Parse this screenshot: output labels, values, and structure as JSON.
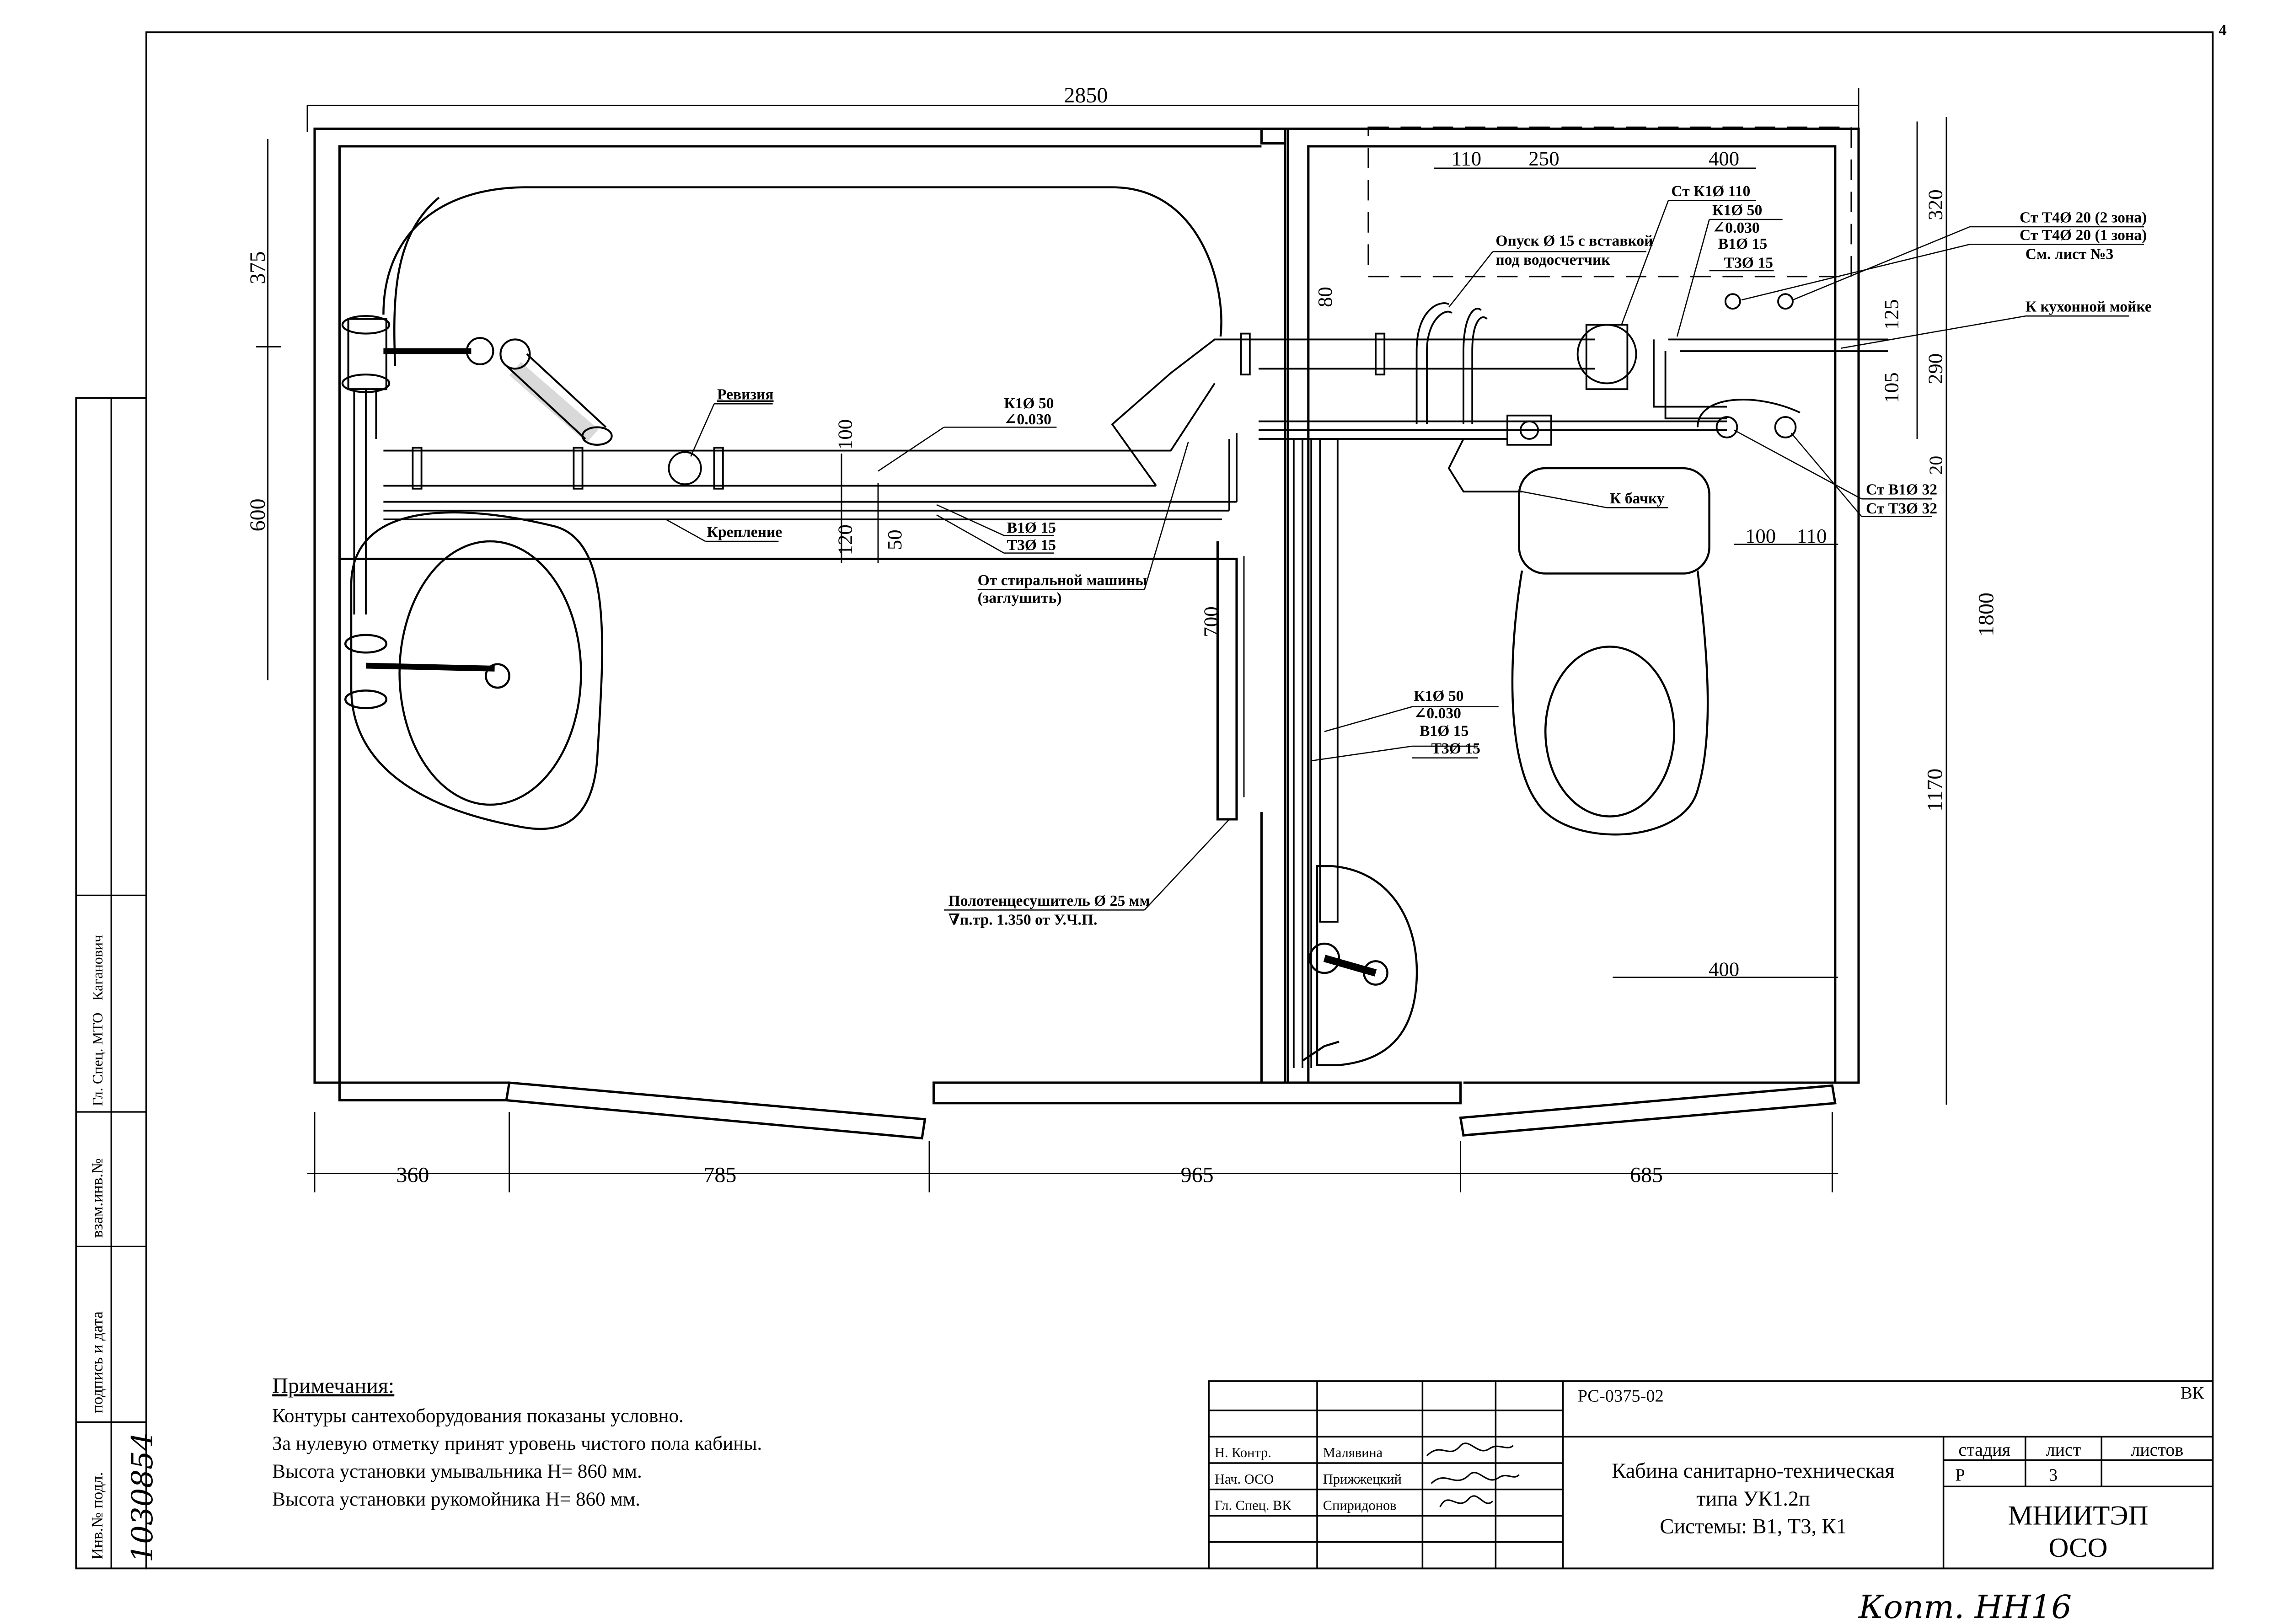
{
  "sheet_corner_number": "4",
  "dimensions": {
    "overall_width": "2850",
    "left_v_375": "375",
    "left_v_600": "600",
    "top_110": "110",
    "top_250": "250",
    "top_400": "400",
    "right_320": "320",
    "right_125": "125",
    "right_290": "290",
    "right_105": "105",
    "right_20": "20",
    "right_1800": "1800",
    "right_1170": "1170",
    "riser_80": "80",
    "pipe_100": "100",
    "pipe_120": "120",
    "pipe_50": "50",
    "pipe_700": "700",
    "wc_100": "100",
    "wc_110": "110",
    "wc_400": "400",
    "bottom_360": "360",
    "bottom_785": "785",
    "bottom_965": "965",
    "bottom_685": "685"
  },
  "labels": {
    "revision": "Ревизия",
    "fastening": "Крепление",
    "k1_50_bath": "К1Ø 50",
    "slope_bath": "∠0.030",
    "b1_15_bath": "В1Ø 15",
    "t3_15_bath": "Т3Ø 15",
    "washer_1": "От стиральной машины",
    "washer_2": "(заглушить)",
    "towel_1": "Полотенцесушитель Ø 25 мм",
    "towel_2": "∇п.тр. 1.350 от У.Ч.П.",
    "drop_1": "Опуск Ø 15 с вставкой",
    "drop_2": "под водосчетчик",
    "st_k1_110": "Ст К1Ø 110",
    "k1_50_top": "К1Ø 50",
    "slope_top": "∠0.030",
    "b1_15_top": "В1Ø 15",
    "t3_15_top": "Т3Ø 15",
    "st_t4_zone2": "Ст Т4Ø 20 (2 зона)",
    "st_t4_zone1": "Ст Т4Ø 20 (1 зона)",
    "see_sheet": "См. лист №3",
    "kitchen_sink": "К кухонной мойке",
    "st_b1_32": "Ст В1Ø 32",
    "st_t3_32": "Ст Т3Ø 32",
    "to_tank": "К бачку",
    "k1_50_mid": "К1Ø 50",
    "slope_mid": "∠0.030",
    "b1_15_mid": "В1Ø 15",
    "t3_15_mid": "Т3Ø 15"
  },
  "notes": {
    "title": "Примечания:",
    "lines": [
      "Контуры сантехоборудования показаны условно.",
      "За нулевую отметку принят уровень чистого пола кабины.",
      "Высота установки умывальника Н= 860 мм.",
      "Высота установки рукомойника Н= 860 мм."
    ]
  },
  "side_stamp": {
    "inv_podl": "Инв.№ подл.",
    "podpis_data": "подпись и дата",
    "vzam_inv": "взам.инв.№",
    "gl_spec_mto": "Гл. Спец. МТО",
    "kaganovich": "Каганович",
    "handwritten_number": "1030854"
  },
  "title_block": {
    "doc_code": "РС-0375-02",
    "mark": "ВК",
    "roles": [
      {
        "role": "Н. Контр.",
        "name": "Малявина"
      },
      {
        "role": "Нач. ОСО",
        "name": "Прижжецкий"
      },
      {
        "role": "Гл. Спец. ВК",
        "name": "Спиридонов"
      }
    ],
    "title_line1": "Кабина санитарно-техническая",
    "title_line2": "типа УК1.2п",
    "title_line3": "Системы: В1, Т3, К1",
    "stage_header": "стадия",
    "sheet_header": "лист",
    "sheets_header": "листов",
    "stage": "Р",
    "sheet": "3",
    "org_line1": "МНИИТЭП",
    "org_line2": "ОСО"
  },
  "handwritten_bottom": "Копт. НН16"
}
